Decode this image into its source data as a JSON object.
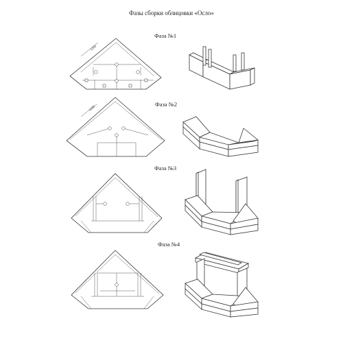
{
  "document": {
    "title": "Фазы сборки облицовки «Осло»",
    "phases": [
      {
        "label": "Фаза №1"
      },
      {
        "label": "Фаза №2"
      },
      {
        "label": "Фаза №3"
      },
      {
        "label": "Фаза №4"
      }
    ],
    "dimension_labels": [
      "1200",
      "1200"
    ]
  }
}
